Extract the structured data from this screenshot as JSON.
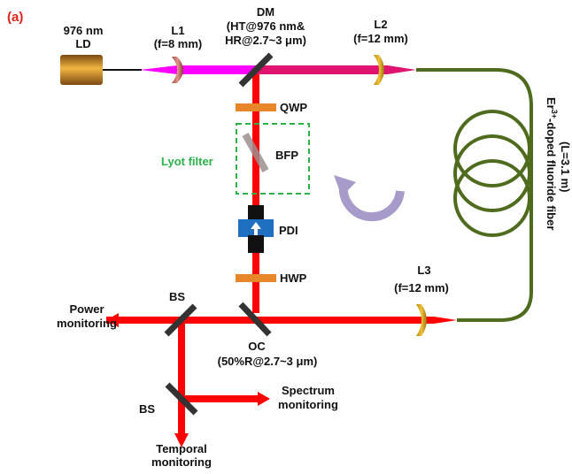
{
  "figure_label": "(a)",
  "colors": {
    "beam": "#ff0000",
    "pump": "#ff00ff",
    "fiber": "#4e6b1e",
    "waveplate": "#e8862a",
    "lens": "#d4a017",
    "mirror": "#333333",
    "filter_box": "#2db24a",
    "isolator": "#1f6fc1",
    "rotation_arrow": "#a79bc9"
  },
  "labels": {
    "ld_line1": "976 nm",
    "ld_line2": "LD",
    "l1_name": "L1",
    "l1_focal": "(f=8 mm)",
    "dm_name": "DM",
    "dm_line2": "(HT@976 nm&",
    "dm_line3": "HR@2.7~3 μm)",
    "l2_name": "L2",
    "l2_focal": "(f=12 mm)",
    "qwp": "QWP",
    "bfp": "BFP",
    "lyot_filter": "Lyot filter",
    "pdi": "PDI",
    "hwp": "HWP",
    "l3_name": "L3",
    "l3_focal": "(f=12 mm)",
    "bs_top": "BS",
    "bs_bottom": "BS",
    "power_line1": "Power",
    "power_line2": "monitoring",
    "oc_name": "OC",
    "oc_spec": "(50%R@2.7~3 μm)",
    "spectrum_line1": "Spectrum",
    "spectrum_line2": "monitoring",
    "temporal_line1": "Temporal",
    "temporal_line2": "monitoring",
    "fiber_line1_prefix": "Er",
    "fiber_line1_sup": "3+",
    "fiber_line1_rest": "-doped fluoride fiber",
    "fiber_line2": "(L=3.1 m)"
  }
}
